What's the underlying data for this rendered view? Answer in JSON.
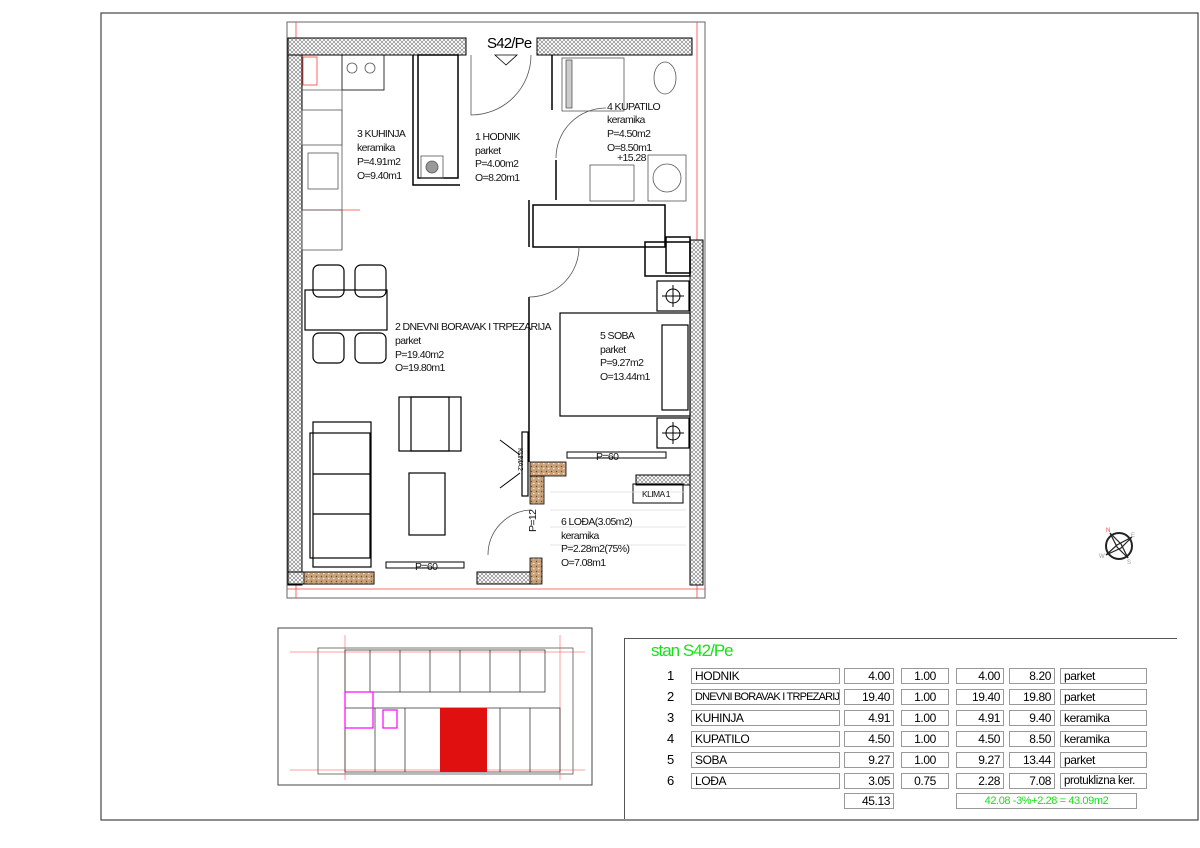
{
  "plan": {
    "unit_label": "S42/Pe",
    "rooms": [
      {
        "title": "1 HODNIK",
        "floor": "parket",
        "area": "P=4.00m2",
        "perimeter": "O=8.20m1"
      },
      {
        "title": "2 DNEVNI BORAVAK I TRPEZARIJA",
        "floor": "parket",
        "area": "P=19.40m2",
        "perimeter": "O=19.80m1"
      },
      {
        "title": "3 KUHINJA",
        "floor": "keramika",
        "area": "P=4.91m2",
        "perimeter": "O=9.40m1"
      },
      {
        "title": "4 KUPATILO",
        "floor": "keramika",
        "area": "P=4.50m2",
        "perimeter": "O=8.50m1",
        "level": "+15.28"
      },
      {
        "title": "5 SOBA",
        "floor": "parket",
        "area": "P=9.27m2",
        "perimeter": "O=13.44m1"
      },
      {
        "title": "6 LOĐA(3.05m2)",
        "floor": "keramika",
        "area": "P=2.28m2(75%)",
        "perimeter": "O=7.08m1"
      }
    ],
    "annotations": {
      "klima1": "KLIMA 1",
      "klima2": "KLIMA 2",
      "window_soba": "P=60",
      "window_living": "P=60",
      "window_loggia": "P=12"
    },
    "compass": {
      "n": "N",
      "s": "S",
      "e": "E",
      "w": "W"
    }
  },
  "table": {
    "title": "stan S42/Pe",
    "rows": [
      {
        "no": "1",
        "name": "HODNIK",
        "area": "4.00",
        "coef": "1.00",
        "net": "4.00",
        "perimeter": "8.20",
        "floor": "parket"
      },
      {
        "no": "2",
        "name": "DNEVNI BORAVAK I TRPEZARIJA",
        "area": "19.40",
        "coef": "1.00",
        "net": "19.40",
        "perimeter": "19.80",
        "floor": "parket"
      },
      {
        "no": "3",
        "name": "KUHINJA",
        "area": "4.91",
        "coef": "1.00",
        "net": "4.91",
        "perimeter": "9.40",
        "floor": "keramika"
      },
      {
        "no": "4",
        "name": "KUPATILO",
        "area": "4.50",
        "coef": "1.00",
        "net": "4.50",
        "perimeter": "8.50",
        "floor": "keramika"
      },
      {
        "no": "5",
        "name": "SOBA",
        "area": "9.27",
        "coef": "1.00",
        "net": "9.27",
        "perimeter": "13.44",
        "floor": "parket"
      },
      {
        "no": "6",
        "name": "LOĐA",
        "area": "3.05",
        "coef": "0.75",
        "net": "2.28",
        "perimeter": "7.08",
        "floor": "protuklizna ker."
      }
    ],
    "total_area": "45.13",
    "total_formula": "42.08 -3%+2.28 = 43.09m2"
  },
  "colors": {
    "accent_green": "#18e018",
    "highlight_red": "#e01010",
    "magenta": "#ff00ff",
    "guide_red": "#ff4040"
  }
}
